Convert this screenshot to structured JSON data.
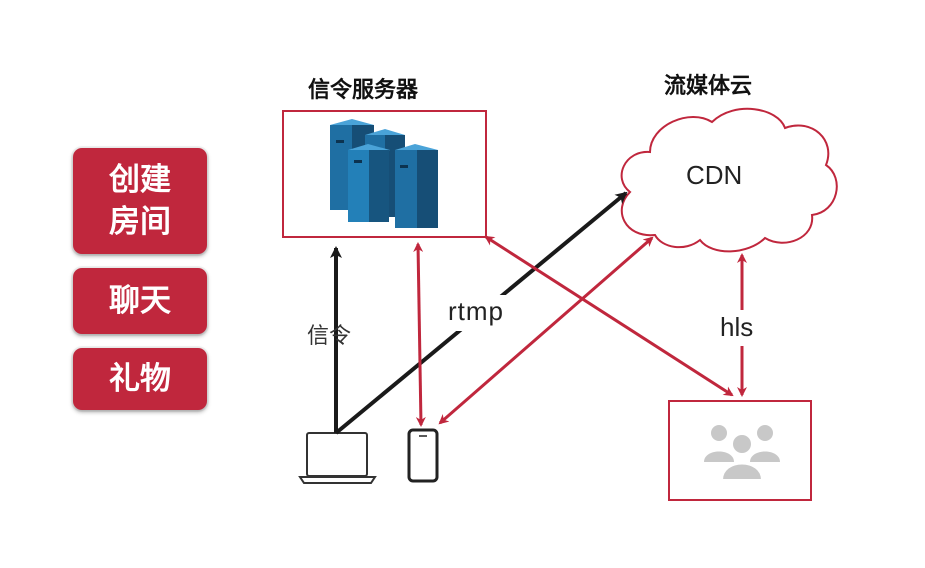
{
  "features": {
    "create_room": "创建\n房间",
    "chat": "聊天",
    "gift": "礼物"
  },
  "signaling_server": {
    "title": "信令服务器"
  },
  "streaming_cloud": {
    "title": "流媒体云",
    "cdn_label": "CDN"
  },
  "edges": {
    "signaling_label": "信令",
    "rtmp_label": "rtmp",
    "hls_label": "hls"
  },
  "colors": {
    "accent": "#c0273d",
    "black_arrow": "#1a1a1a",
    "server_blue": "#1f6fa3",
    "audience_gray": "#c8c8c8"
  }
}
